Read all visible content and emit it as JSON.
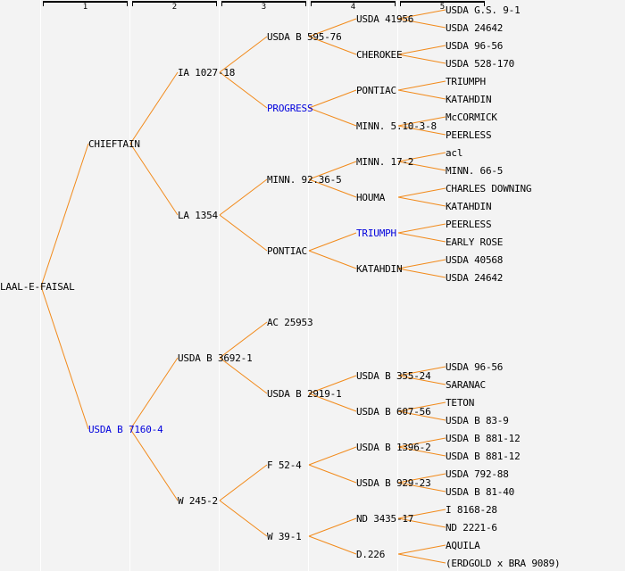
{
  "colors": {
    "background": "#f3f3f3",
    "link": "#f28a1a",
    "highlight": "#0000dd",
    "text": "#000000",
    "column_line": "#ffffff"
  },
  "columns": [
    "1",
    "2",
    "3",
    "4",
    "5"
  ],
  "tree": {
    "label": "LAAL-E-FAISAL",
    "children": [
      {
        "label": "CHIEFTAIN",
        "children": [
          {
            "label": "IA 1027-18",
            "children": [
              {
                "label": "USDA B 595-76",
                "children": [
                  {
                    "label": "USDA 41956",
                    "children": [
                      {
                        "label": "USDA G.S. 9-1"
                      },
                      {
                        "label": "USDA 24642"
                      }
                    ]
                  },
                  {
                    "label": "CHEROKEE",
                    "children": [
                      {
                        "label": "USDA 96-56"
                      },
                      {
                        "label": "USDA 528-170"
                      }
                    ]
                  }
                ]
              },
              {
                "label": "PROGRESS",
                "highlight": true,
                "children": [
                  {
                    "label": "PONTIAC",
                    "children": [
                      {
                        "label": "TRIUMPH"
                      },
                      {
                        "label": "KATAHDIN"
                      }
                    ]
                  },
                  {
                    "label": "MINN. 5.10-3-8",
                    "children": [
                      {
                        "label": "McCORMICK"
                      },
                      {
                        "label": "PEERLESS"
                      }
                    ]
                  }
                ]
              }
            ]
          },
          {
            "label": "LA 1354",
            "children": [
              {
                "label": "MINN. 92.36-5",
                "children": [
                  {
                    "label": "MINN. 17-2",
                    "children": [
                      {
                        "label": "acl"
                      },
                      {
                        "label": "MINN. 66-5"
                      }
                    ]
                  },
                  {
                    "label": "HOUMA",
                    "children": [
                      {
                        "label": "CHARLES DOWNING"
                      },
                      {
                        "label": "KATAHDIN"
                      }
                    ]
                  }
                ]
              },
              {
                "label": "PONTIAC",
                "children": [
                  {
                    "label": "TRIUMPH",
                    "highlight": true,
                    "children": [
                      {
                        "label": "PEERLESS"
                      },
                      {
                        "label": "EARLY ROSE"
                      }
                    ]
                  },
                  {
                    "label": "KATAHDIN",
                    "children": [
                      {
                        "label": "USDA 40568"
                      },
                      {
                        "label": "USDA 24642"
                      }
                    ]
                  }
                ]
              }
            ]
          }
        ]
      },
      {
        "label": "USDA B 7160-4",
        "highlight": true,
        "children": [
          {
            "label": "USDA B 3692-1",
            "children": [
              {
                "label": "AC 25953"
              },
              {
                "label": "USDA B 2919-1",
                "children": [
                  {
                    "label": "USDA B 355-24",
                    "children": [
                      {
                        "label": "USDA 96-56"
                      },
                      {
                        "label": "SARANAC"
                      }
                    ]
                  },
                  {
                    "label": "USDA B 607-56",
                    "children": [
                      {
                        "label": "TETON"
                      },
                      {
                        "label": "USDA B 83-9"
                      }
                    ]
                  }
                ]
              }
            ]
          },
          {
            "label": "W 245-2",
            "children": [
              {
                "label": "F 52-4",
                "children": [
                  {
                    "label": "USDA B 1396-2",
                    "children": [
                      {
                        "label": "USDA B 881-12"
                      },
                      {
                        "label": "USDA B 881-12"
                      }
                    ]
                  },
                  {
                    "label": "USDA B 929-23",
                    "children": [
                      {
                        "label": "USDA 792-88"
                      },
                      {
                        "label": "USDA B 81-40"
                      }
                    ]
                  }
                ]
              },
              {
                "label": "W 39-1",
                "children": [
                  {
                    "label": "ND 3435-17",
                    "children": [
                      {
                        "label": "I 8168-28"
                      },
                      {
                        "label": "ND 2221-6"
                      }
                    ]
                  },
                  {
                    "label": "D.226",
                    "children": [
                      {
                        "label": "AQUILA"
                      },
                      {
                        "label": "(ERDGOLD x BRA 9089)"
                      }
                    ]
                  }
                ]
              }
            ]
          }
        ]
      }
    ]
  }
}
